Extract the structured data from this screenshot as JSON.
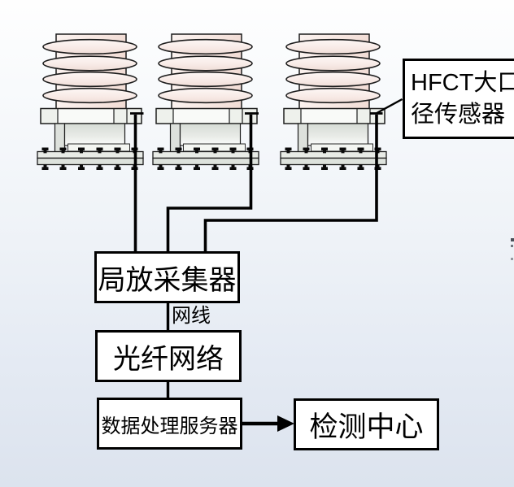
{
  "diagram": {
    "title_hint": "HFCT partial discharge online monitoring system diagram",
    "hfct_label": {
      "line1": "HFCT大口",
      "line2": "径传感器"
    },
    "collector_box": {
      "label": "局放采集器"
    },
    "net_cable_label": "网线",
    "fiber_box": {
      "label": "光纤网络"
    },
    "server_box": {
      "label": "数据处理服务器"
    },
    "center_box": {
      "label": "检测中心"
    },
    "device_count": 3,
    "colors": {
      "background_top": "#fefefe",
      "background_bottom": "#dce3ee",
      "line": "#000000",
      "box_border": "#000000",
      "box_background": "#ffffff",
      "insulator_shed_fill": "#f6e7e2",
      "insulator_column_fill": "#f7e9e4",
      "metal_fill": "#e7eae5"
    }
  }
}
